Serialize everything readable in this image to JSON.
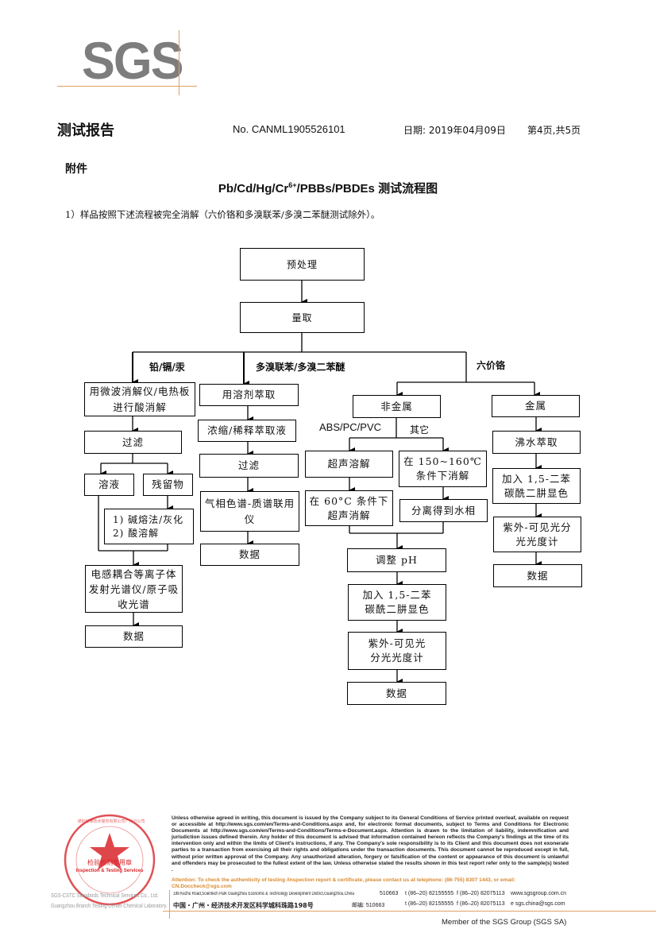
{
  "logo": {
    "text": "SGS"
  },
  "header": {
    "title": "测试报告",
    "report_no": "No. CANML1905526101",
    "date": "日期: 2019年04月09日",
    "page": "第4页,共5页"
  },
  "section": "附件",
  "doc_title": {
    "text": "Pb/Cd/Hg/Cr6+/PBBs/PBDEs 测试流程图"
  },
  "note": "1）样品按照下述流程被完全消解（六价铬和多溴联苯/多溴二苯醚测试除外）。",
  "flow": {
    "pretreat": "预处理",
    "measure": "量取",
    "branch_labels": {
      "metals": "铅/镉/汞",
      "pbb": "多溴联苯/多溴二苯醚",
      "cr6": "六价铬"
    },
    "metals": {
      "digest": "用微波消解仪/电热板进行酸消解",
      "filter": "过滤",
      "solution": "溶液",
      "residue": "残留物",
      "residue_step1": "1) 碱熔法/灰化",
      "residue_step2": "2) 酸溶解",
      "icp": "电感耦合等离子体发射光谱仪/原子吸收光谱",
      "data": "数据"
    },
    "pbb": {
      "extract": "用溶剂萃取",
      "concentrate": "浓缩/稀释萃取液",
      "filter": "过滤",
      "gcms": "气相色谱-质谱联用仪",
      "data": "数据"
    },
    "cr6": {
      "nonmetal": "非金属",
      "metal": "金属",
      "abs_label": "ABS/PC/PVC",
      "other_label": "其它",
      "ultra_dissolve": "超声溶解",
      "ultra_60": "在 60°C 条件下超声消解",
      "digest_150": "在 150~160℃ 条件下消解",
      "separate": "分离得到水相",
      "ph": "调整 pH",
      "color": "加入 1,5-二苯碳酰二肼显色",
      "uv": "紫外-可见光分光光度计",
      "data": "数据",
      "metal_boil": "沸水萃取",
      "metal_color": "加入 1,5-二苯碳酰二肼显色",
      "metal_uv": "紫外-可见光分光光度计",
      "metal_data": "数据"
    }
  },
  "footer": {
    "legal": "Unless otherwise agreed in writing, this document is issued by the Company subject to its General Conditions of Service printed overleaf, available on request or accessible at http://www.sgs.com/en/Terms-and-Conditions.aspx and, for electronic format documents, subject to Terms and Conditions for Electronic Documents at http://www.sgs.com/en/Terms-and-Conditions/Terms-e-Document.aspx. Attention is drawn to the limitation of liability, indemnification and jurisdiction issues defined therein. Any holder of this document is advised that information contained hereon reflects the Company's findings at the time of its intervention only and within the limits of Client's instructions, if any. The Company's sole responsibility is to its Client and this document does not exonerate parties to a transaction from exercising all their rights and obligations under the transaction documents. This document cannot be reproduced except in full, without prior written approval of the Company. Any unauthorized alteration, forgery or falsification of the content or appearance of this document is unlawful and offenders may be prosecuted to the fullest extent of the law. Unless otherwise stated the results shown in this test report refer only to the sample(s) tested .",
    "attention": "Attention: To check the authenticity of testing /inspection report & certificate, please contact us at telephone: (86-755) 8307 1443, or email: CN.Doccheck@sgs.com",
    "addr_en": "198 Kezhu Road,Scientech Park Guangzhou Economic & Technology Development District,Guangzhou,China",
    "addr_cn": "中国・广州・经济技术开发区科学城科珠路198号",
    "postcode_en": "510663",
    "postcode_cn": "邮编: 510663",
    "tel": "t (86–20) 82155555",
    "fax": "f (86–20) 82075113",
    "web": "www.sgsgroup.com.cn",
    "email": "e  sgs.china@sgs.com",
    "member": "Member of the SGS Group (SGS SA)",
    "stamp": {
      "center": "检验检测专用章",
      "en": "Inspection & Testing Services",
      "ring": "通标标准技术服务有限公司广州分公司"
    },
    "company_line1": "SGS-CSTC Standards Technical Services Co., Ltd.",
    "company_line2": "Guangzhou Branch Testing Center Chemical Laboratory."
  },
  "colors": {
    "logo_gray": "#7d7d7d",
    "accent_orange": "#e0a060",
    "stamp_red": "#d9262a"
  }
}
